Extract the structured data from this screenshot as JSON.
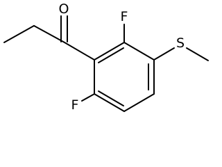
{
  "molecule": {
    "atoms": {
      "oxygen": "O",
      "fluorine_top": "F",
      "sulfur": "S",
      "fluorine_bottom": "F"
    }
  }
}
